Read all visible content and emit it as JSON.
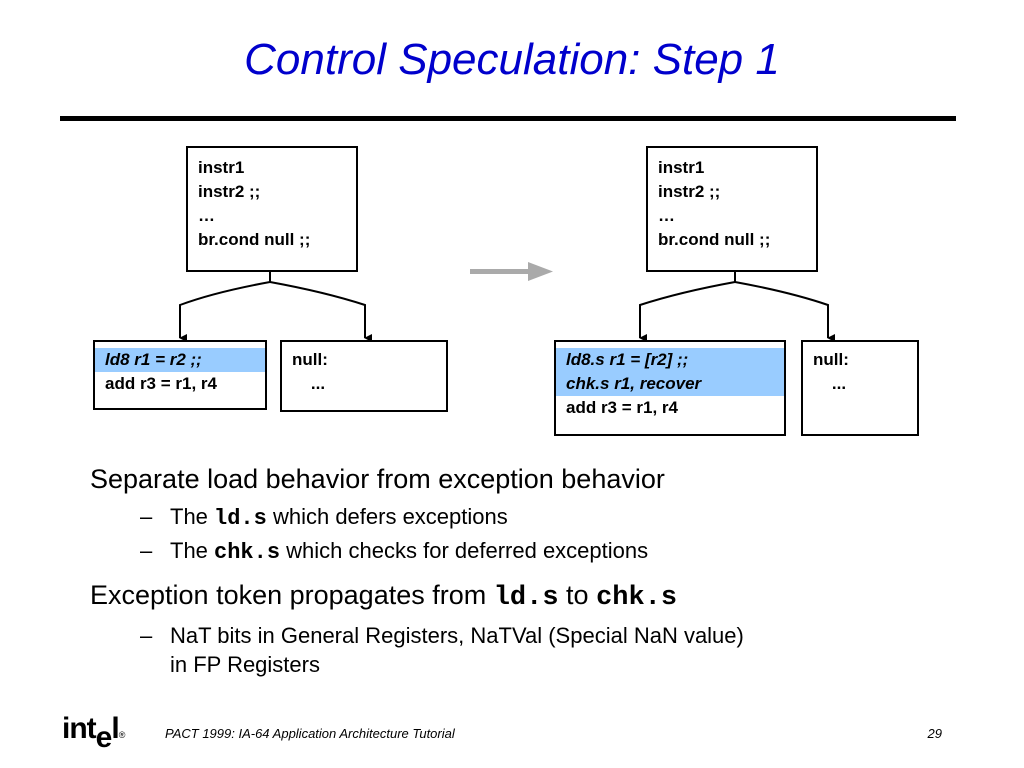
{
  "slide": {
    "title": "Control Speculation: Step 1"
  },
  "diagram": {
    "left": {
      "top_box": [
        "instr1",
        "instr2 ;;",
        "…",
        "br.cond null ;;"
      ],
      "main_box_highlighted": [
        "ld8 r1 = r2 ;;"
      ],
      "main_box_plain": [
        "add r3 = r1, r4"
      ],
      "null_box": [
        "null:",
        "    ..."
      ]
    },
    "right": {
      "top_box": [
        "instr1",
        "instr2 ;;",
        "…",
        "br.cond null ;;"
      ],
      "main_box_highlighted": [
        "ld8.s r1 = [r2] ;;",
        "chk.s r1, recover"
      ],
      "main_box_plain": [
        "add r3 = r1, r4"
      ],
      "null_box": [
        "null:",
        "    ..."
      ]
    },
    "highlight_color": "#99ccff",
    "arrow_color": "#aaaaaa"
  },
  "bullets": {
    "b1": {
      "text": "Separate load behavior from exception behavior"
    },
    "b1_sub1": {
      "dash": "–",
      "pre": "The ",
      "code": "ld.s",
      "post": " which defers exceptions"
    },
    "b1_sub2": {
      "dash": "–",
      "pre": "The ",
      "code": "chk.s",
      "post": " which checks for deferred exceptions"
    },
    "b2": {
      "pre": "Exception token propagates from ",
      "code1": "ld.s",
      "mid": " to ",
      "code2": "chk.s"
    },
    "b2_sub1": {
      "dash": "–",
      "line1": "NaT bits in General Registers, NaTVal (Special NaN value)",
      "line2": "in FP Registers"
    }
  },
  "footer": {
    "logo_a": "int",
    "logo_b": "e",
    "logo_c": "l",
    "logo_reg": "®",
    "text": "PACT 1999: IA-64 Application Architecture Tutorial",
    "page": "29"
  }
}
